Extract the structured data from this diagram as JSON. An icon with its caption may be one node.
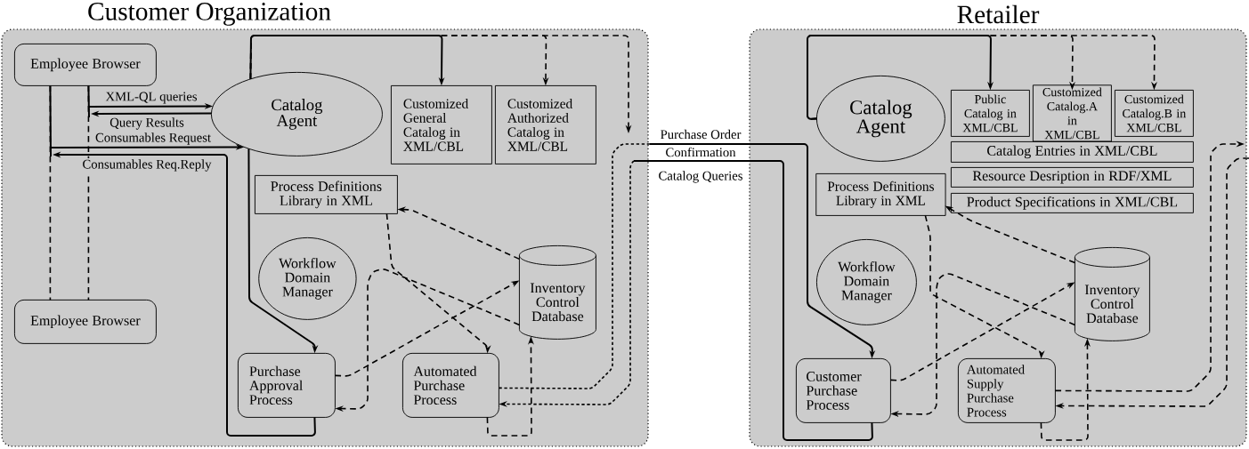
{
  "diagram": {
    "nodes": [
      {
        "text": [
          "Customer Organization"
        ]
      },
      {
        "text": [
          "Retailer"
        ]
      },
      {
        "text": [
          "Employee Browser"
        ],
        "in": 0
      },
      {
        "text": [
          "Employee Browser"
        ],
        "in": 0
      },
      {
        "text": [
          "Catalog Agent"
        ],
        "in": 0
      },
      {
        "text": [
          "Customized General Catalog in XML/CBL"
        ],
        "in": 0
      },
      {
        "text": [
          "Customized Authorized Catalog in XML/CBL"
        ],
        "in": 0
      },
      {
        "text": [
          "Process Definitions Library in XML"
        ],
        "in": 0
      },
      {
        "text": [
          "Workflow Domain Manager"
        ],
        "in": 0
      },
      {
        "text": [
          "Inventory Control Database"
        ],
        "in": 0
      },
      {
        "text": [
          "Purchase Approval Process"
        ],
        "in": 0
      },
      {
        "text": [
          "Automated Purchase Process"
        ],
        "in": 0
      },
      {
        "text": [
          "Catalog Agent"
        ],
        "in": 1
      },
      {
        "text": [
          "Public Catalog in XML/CBL"
        ],
        "in": 1
      },
      {
        "text": [
          "Customized Catalog.A in XML/CBL"
        ],
        "in": 1
      },
      {
        "text": [
          "Customized Catalog.B in XML/CBL"
        ],
        "in": 1
      },
      {
        "text": [
          "Catalog Entries in XML/CBL"
        ],
        "in": 1
      },
      {
        "text": [
          "Resource Desription in RDF/XML"
        ],
        "in": 1
      },
      {
        "text": [
          "Product Specifications in XML/CBL"
        ],
        "in": 1
      },
      {
        "text": [
          "Process Definitions Library in XML"
        ],
        "in": 1
      },
      {
        "text": [
          "Workflow Domain Manager"
        ],
        "in": 1
      },
      {
        "text": [
          "Inventory Control Database"
        ],
        "in": 1
      },
      {
        "text": [
          "Customer Purchase Process"
        ],
        "in": 1
      },
      {
        "text": [
          "Automated Supply Purchase Process"
        ],
        "in": 1
      }
    ],
    "edges": [
      {
        "from": 2,
        "to": 3,
        "arrow": "none",
        "style": "dashed"
      },
      {
        "from": 2,
        "to": 3,
        "arrow": "none",
        "style": "dashed"
      },
      {
        "from": null,
        "to": 4,
        "arrow": "to",
        "label": "XML-QL queries"
      },
      {
        "from": 4,
        "to": null,
        "arrow": "to",
        "label": "Query Results"
      },
      {
        "from": null,
        "to": 4,
        "arrow": "to",
        "label": "Consumables Request"
      },
      {
        "from": 10,
        "to": null,
        "arrow": "to",
        "label": "Consumables Req.Reply"
      },
      {
        "from": 4,
        "to": 10,
        "arrow": "to"
      },
      {
        "from": 4,
        "to": 5,
        "arrow": "to"
      },
      {
        "from": 4,
        "to": 6,
        "arrow": "to",
        "style": "dashed"
      },
      {
        "from": 4,
        "to": null,
        "arrow": "to",
        "style": "dashed"
      },
      {
        "from": 9,
        "to": 7,
        "arrow": "to",
        "style": "dashed"
      },
      {
        "from": 7,
        "to": 11,
        "arrow": "to",
        "style": "dashed"
      },
      {
        "from": 10,
        "to": 9,
        "arrow": "to",
        "style": "dashed"
      },
      {
        "from": 11,
        "to": 9,
        "arrow": "to",
        "style": "dashed"
      },
      {
        "from": 9,
        "to": 10,
        "arrow": "to",
        "style": "dashed"
      },
      {
        "from": 11,
        "to": 22,
        "arrow": "to",
        "label": "Purchase Order"
      },
      {
        "from": 22,
        "to": 11,
        "arrow": "to",
        "label": "Confirmation"
      },
      {
        "from": 12,
        "to": 13,
        "arrow": "to"
      },
      {
        "from": 12,
        "to": 14,
        "arrow": "to",
        "style": "dashed"
      },
      {
        "from": 12,
        "to": 15,
        "arrow": "to",
        "style": "dashed"
      },
      {
        "from": 21,
        "to": 19,
        "arrow": "to",
        "style": "dashed"
      },
      {
        "from": 19,
        "to": 23,
        "arrow": "to",
        "style": "dashed"
      },
      {
        "from": 22,
        "to": 21,
        "arrow": "to",
        "style": "dashed"
      },
      {
        "from": 23,
        "to": 21,
        "arrow": "to",
        "style": "dashed"
      },
      {
        "from": 21,
        "to": 22,
        "arrow": "to",
        "style": "dashed"
      },
      {
        "from": 23,
        "to": null,
        "arrow": "to",
        "style": "dashed"
      },
      {
        "from": null,
        "to": 23,
        "arrow": "to",
        "style": "dashed"
      }
    ],
    "labels": [
      "Catalog Queries"
    ]
  }
}
